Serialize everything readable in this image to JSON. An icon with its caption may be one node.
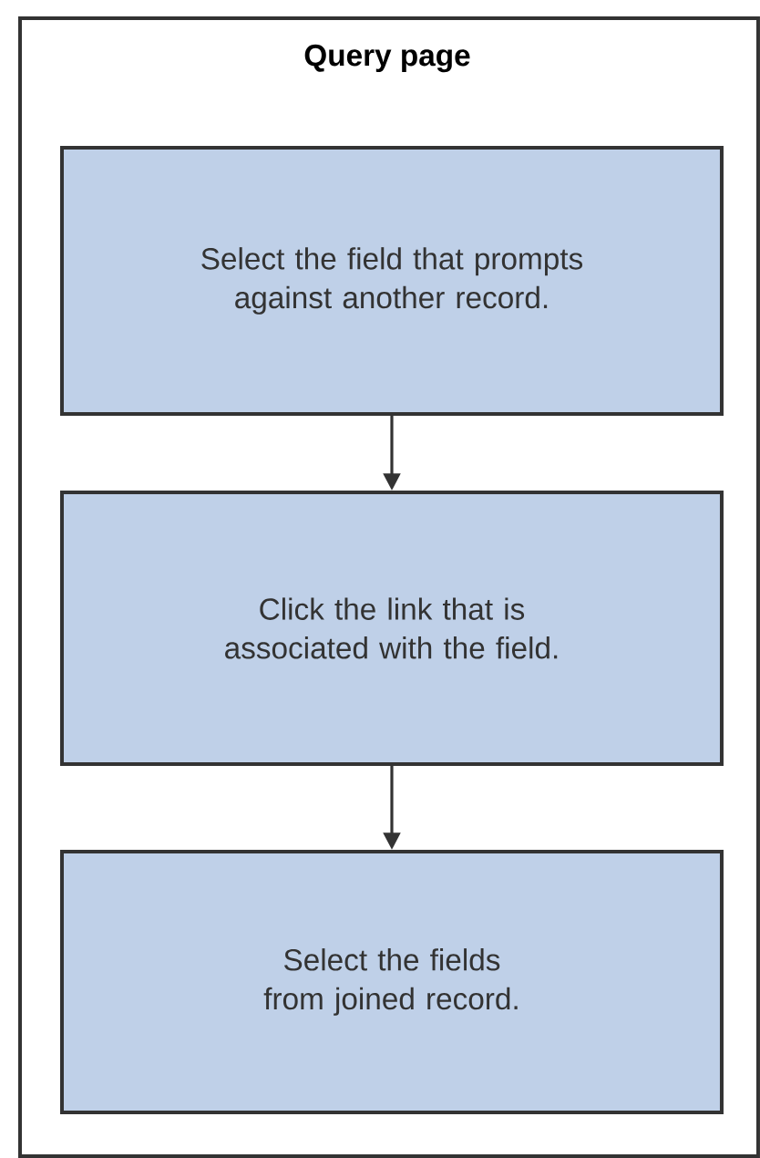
{
  "diagram": {
    "nodes": [
      {
        "text": [
          "Query page"
        ]
      },
      {
        "text": [
          "Select the field that prompts against another record."
        ],
        "in": 0
      },
      {
        "text": [
          "Click the link that is associated with the field."
        ],
        "in": 0
      },
      {
        "text": [
          "Select the fields from joined record."
        ],
        "in": 0
      }
    ],
    "edges": [
      {
        "from": 1,
        "to": 2,
        "arrow": "to"
      },
      {
        "from": 2,
        "to": 3,
        "arrow": "to"
      }
    ]
  }
}
